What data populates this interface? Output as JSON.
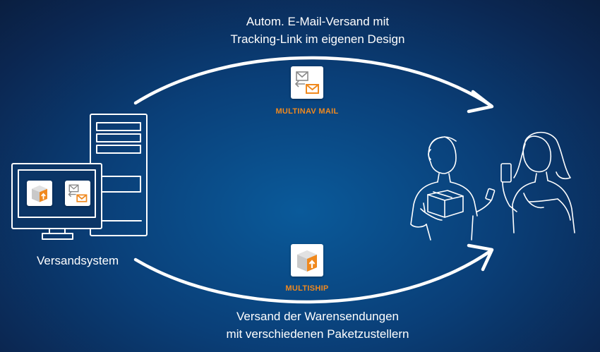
{
  "captions": {
    "top_line1": "Autom. E-Mail-Versand mit",
    "top_line2": "Tracking-Link im eigenen Design",
    "bottom_line1": "Versand der Warensendungen",
    "bottom_line2": "mit verschiedenen Paketzustellern"
  },
  "system_label": "Versandsystem",
  "products": {
    "mail_name": "MULTINAV MAIL",
    "ship_name": "MULTISHIP"
  },
  "colors": {
    "accent_orange": "#f0891e",
    "line_white": "#ffffff",
    "bg_dark": "#0b2752",
    "bg_light": "#0a5a9a"
  },
  "icons": [
    "envelope-exchange-icon",
    "package-upload-icon",
    "server-icon",
    "monitor-icon",
    "delivery-person-icon",
    "customer-with-phone-icon"
  ]
}
